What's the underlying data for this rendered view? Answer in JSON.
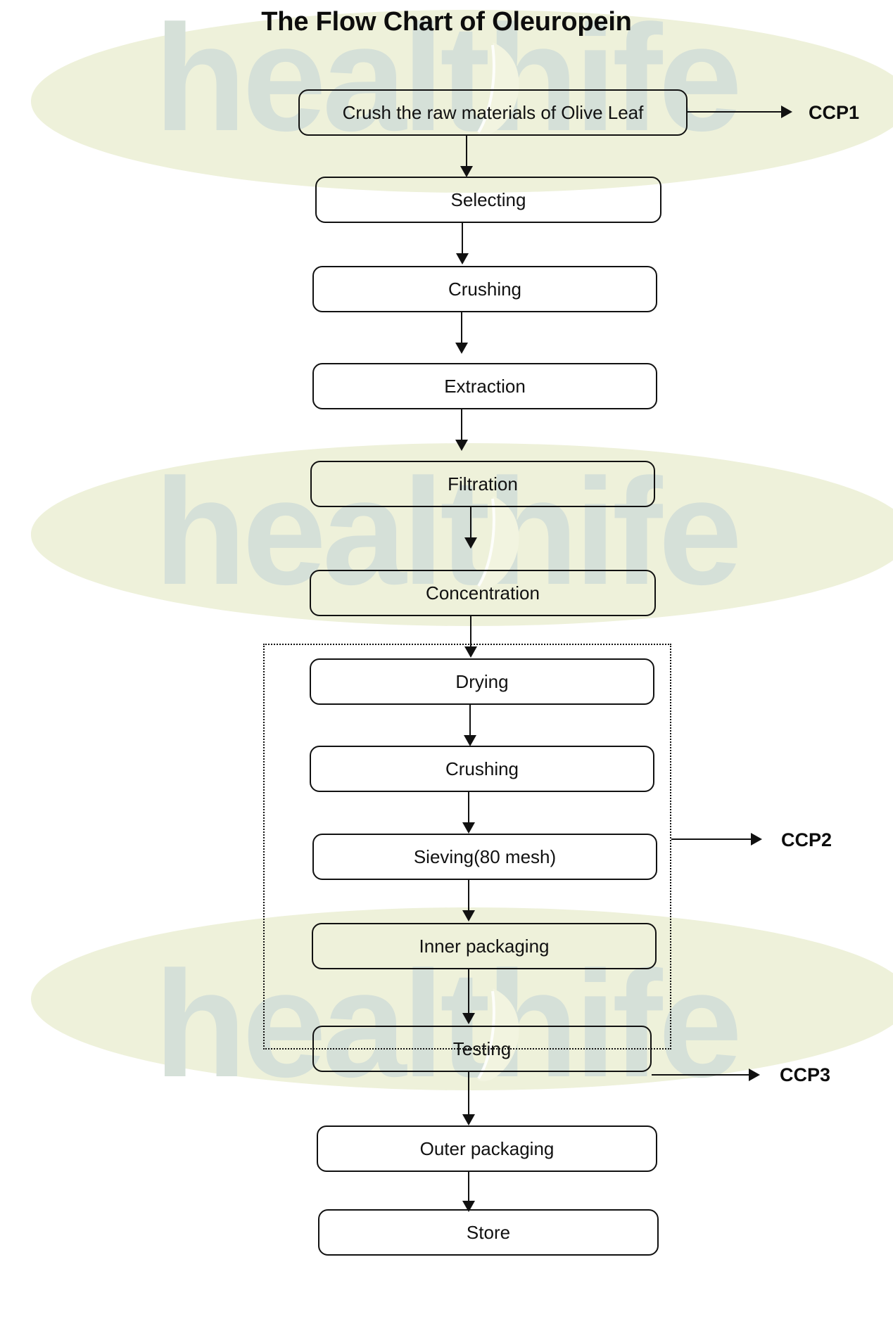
{
  "chart_data": {
    "type": "diagram",
    "title": "The Flow Chart of Oleuropein",
    "nodes": [
      {
        "id": "n1",
        "label": "Crush the raw materials of Olive Leaf"
      },
      {
        "id": "n2",
        "label": "Selecting"
      },
      {
        "id": "n3",
        "label": "Crushing"
      },
      {
        "id": "n4",
        "label": "Extraction"
      },
      {
        "id": "n5",
        "label": "Filtration"
      },
      {
        "id": "n6",
        "label": "Concentration"
      },
      {
        "id": "n7",
        "label": "Drying"
      },
      {
        "id": "n8",
        "label": "Crushing"
      },
      {
        "id": "n9",
        "label": "Sieving(80 mesh)"
      },
      {
        "id": "n10",
        "label": "Inner packaging"
      },
      {
        "id": "n11",
        "label": "Testing"
      },
      {
        "id": "n12",
        "label": "Outer packaging"
      },
      {
        "id": "n13",
        "label": "Store"
      }
    ],
    "edges": [
      {
        "from": "n1",
        "to": "n2"
      },
      {
        "from": "n2",
        "to": "n3"
      },
      {
        "from": "n3",
        "to": "n4"
      },
      {
        "from": "n4",
        "to": "n5"
      },
      {
        "from": "n5",
        "to": "n6"
      },
      {
        "from": "n6",
        "to": "n7"
      },
      {
        "from": "n7",
        "to": "n8"
      },
      {
        "from": "n8",
        "to": "n9"
      },
      {
        "from": "n9",
        "to": "n10"
      },
      {
        "from": "n10",
        "to": "n11"
      },
      {
        "from": "n11",
        "to": "n12"
      },
      {
        "from": "n12",
        "to": "n13"
      },
      {
        "from": "n1",
        "to": "ccp1"
      },
      {
        "from": "clean-room-group",
        "to": "ccp2"
      },
      {
        "from": "n11",
        "to": "ccp3"
      }
    ],
    "annotations": [
      {
        "id": "ccp1",
        "label": "CCP1"
      },
      {
        "id": "ccp2",
        "label": "CCP2"
      },
      {
        "id": "ccp3",
        "label": "CCP3"
      }
    ],
    "grouping": {
      "style": "dotted-rectangle",
      "contains": [
        "n7",
        "n8",
        "n9",
        "n10"
      ]
    },
    "colors": {
      "stroke": "#111111",
      "text": "#111111",
      "title": "#0d0d0d",
      "background": "#ffffff",
      "watermark_text": "#d5e0d8",
      "watermark_ring": "#eef1da",
      "watermark_leaf": "#f2f4e0"
    }
  },
  "title": "The Flow Chart of Oleuropein",
  "steps": {
    "crush_raw": "Crush the raw materials of Olive Leaf",
    "selecting": "Selecting",
    "crushing1": "Crushing",
    "extraction": "Extraction",
    "filtration": "Filtration",
    "concentration": "Concentration",
    "drying": "Drying",
    "crushing2": "Crushing",
    "sieving": "Sieving(80 mesh)",
    "inner_packaging": "Inner packaging",
    "testing": "Testing",
    "outer_packaging": "Outer packaging",
    "store": "Store"
  },
  "ccp": {
    "ccp1": "CCP1",
    "ccp2": "CCP2",
    "ccp3": "CCP3"
  },
  "watermark": {
    "text": "healthife"
  }
}
